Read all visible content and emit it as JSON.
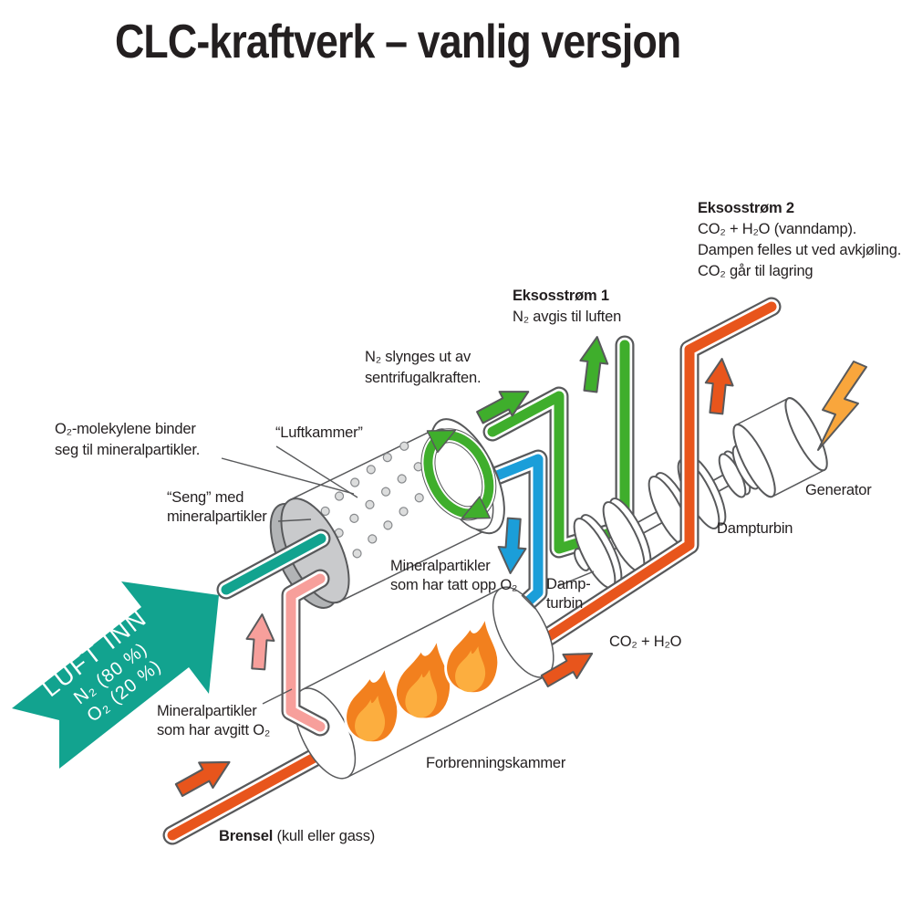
{
  "title": "CLC-kraftverk – vanlig versjon",
  "labels": {
    "eksosstrom2": {
      "title": "Eksosstrøm 2",
      "line1": "CO₂ + H₂O (vanndamp).",
      "line2": "Dampen felles ut ved avkjøling.",
      "line3": "CO₂ går til lagring"
    },
    "eksosstrom1": {
      "title": "Eksosstrøm 1",
      "line1": "N₂ avgis til luften"
    },
    "centrifuge": {
      "line1": "N₂ slynges ut av",
      "line2": "sentrifugalkraften."
    },
    "o2_binding": {
      "line1": "O₂-molekylene binder",
      "line2": "seg til mineralpartikler."
    },
    "air_chamber": "“Luftkammer”",
    "bed": {
      "line1": "“Seng” med",
      "line2": "mineralpartikler"
    },
    "minerals_with_o2": {
      "line1": "Mineralpartikler",
      "line2": "som har tatt opp O₂"
    },
    "steam_turbine_small": {
      "line1": "Damp-",
      "line2": "turbin"
    },
    "steam_turbine": "Dampturbin",
    "generator": "Generator",
    "co2_h2o": "CO₂ + H₂O",
    "air_in": {
      "line1": "LUFT INN",
      "line2": "N₂ (80 %)",
      "line3": "O₂ (20 %)"
    },
    "minerals_without_o2": {
      "line1": "Mineralpartikler",
      "line2": "som har avgitt O₂"
    },
    "combustion_chamber": "Forbrenningskammer",
    "fuel": {
      "bold": "Brensel",
      "rest": " (kull eller gass)"
    }
  },
  "colors": {
    "teal": "#12a38f",
    "green": "#3fae2c",
    "blue": "#1b9ed9",
    "orange": "#e8551c",
    "pink": "#f79f9b",
    "outline": "#58595b",
    "disc_face": "#c9cacc",
    "disc_rim": "#b2b4b6",
    "dot_fill": "#dcdddd",
    "flame_outer": "#f2801e",
    "flame_inner": "#fcae3f",
    "bolt": "#f9a63c",
    "text": "#231f20"
  }
}
